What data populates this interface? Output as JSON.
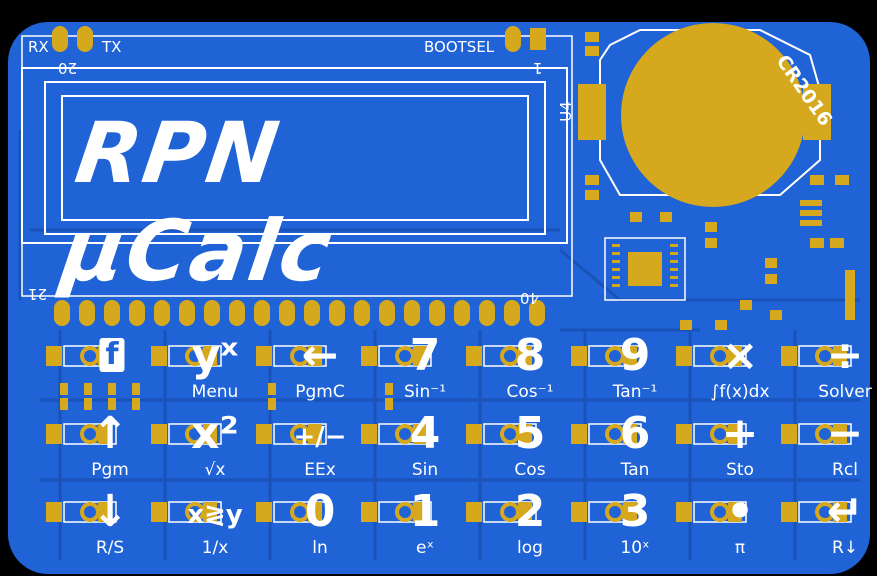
{
  "board": {
    "pcb_color": "#1f63d6",
    "pad_color": "#d6a81e",
    "silk_color": "#ffffff",
    "brand": "RPN µCalc",
    "battery_label": "CR2016",
    "header_labels": {
      "rx": "RX",
      "tx": "TX",
      "bootsel": "BOOTSEL",
      "pin20": "20",
      "pin1": "1",
      "pin21": "21",
      "pin40": "40",
      "u4": "U4"
    }
  },
  "keys": {
    "row1": [
      {
        "main": "f",
        "sub": ""
      },
      {
        "main": "yˣ",
        "sub": "Menu"
      },
      {
        "main": "←",
        "sub": "PgmC"
      },
      {
        "main": "7",
        "sub": "Sin⁻¹"
      },
      {
        "main": "8",
        "sub": "Cos⁻¹"
      },
      {
        "main": "9",
        "sub": "Tan⁻¹"
      },
      {
        "main": "×",
        "sub": "∫f(x)dx"
      },
      {
        "main": "÷",
        "sub": "Solver"
      }
    ],
    "row2": [
      {
        "main": "↑",
        "sub": "Pgm"
      },
      {
        "main": "x²",
        "sub": "√x"
      },
      {
        "main": "+/−",
        "sub": "EEx"
      },
      {
        "main": "4",
        "sub": "Sin"
      },
      {
        "main": "5",
        "sub": "Cos"
      },
      {
        "main": "6",
        "sub": "Tan"
      },
      {
        "main": "+",
        "sub": "Sto"
      },
      {
        "main": "−",
        "sub": "Rcl"
      }
    ],
    "row3": [
      {
        "main": "↓",
        "sub": "R/S"
      },
      {
        "main": "x≷y",
        "sub": "1/x"
      },
      {
        "main": "0",
        "sub": "ln"
      },
      {
        "main": "1",
        "sub": "eˣ"
      },
      {
        "main": "2",
        "sub": "log"
      },
      {
        "main": "3",
        "sub": "10ˣ"
      },
      {
        "main": "•",
        "sub": "π"
      },
      {
        "main": "↵",
        "sub": "R↓"
      }
    ]
  }
}
